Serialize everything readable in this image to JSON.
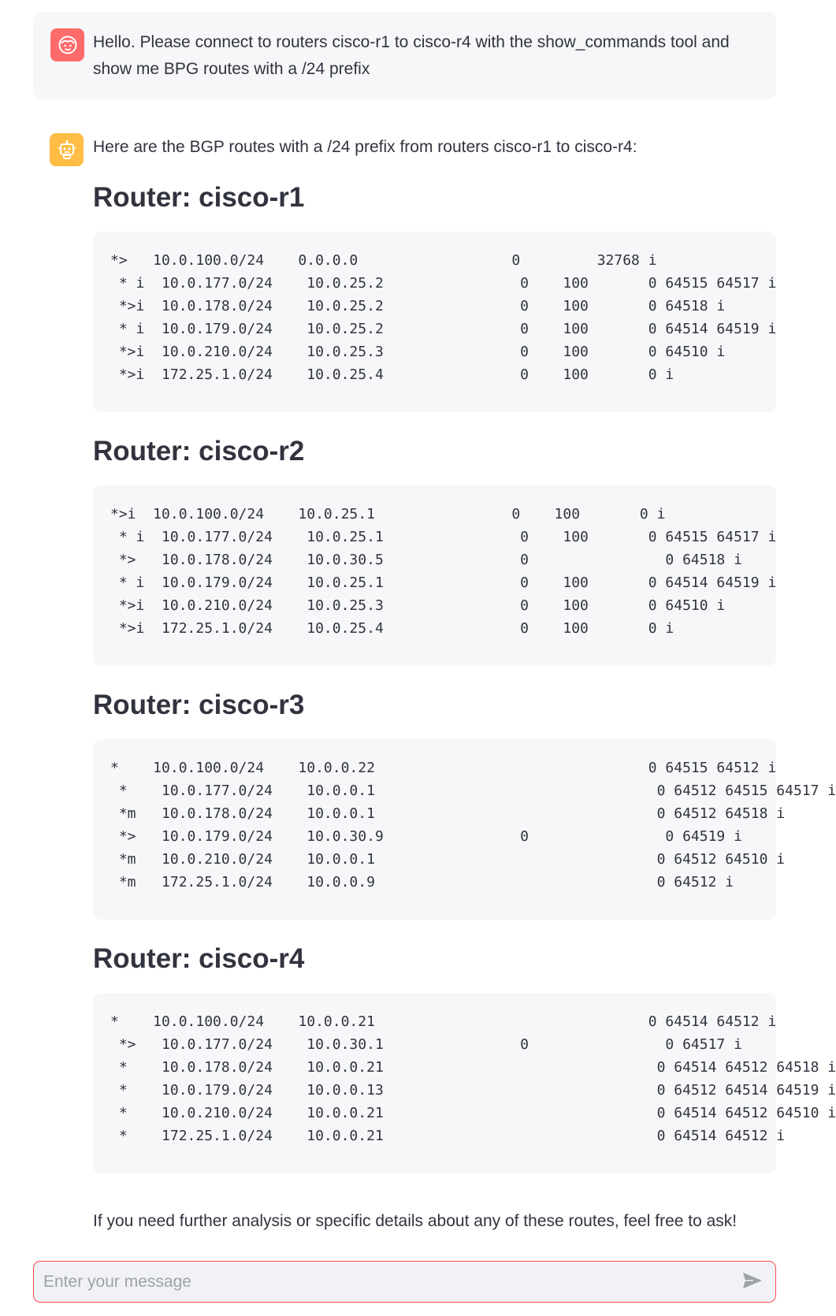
{
  "user_message": {
    "avatar_icon": "user-face-icon",
    "text": "Hello. Please connect to routers cisco-r1 to cisco-r4 with the show_commands tool and show me BPG routes with a /24 prefix"
  },
  "assistant_message": {
    "avatar_icon": "robot-icon",
    "intro": "Here are the BGP routes with a /24 prefix from routers cisco-r1 to cisco-r4:",
    "routers": [
      {
        "heading": "Router: cisco-r1",
        "lines": [
          "*>   10.0.100.0/24    0.0.0.0                  0         32768 i",
          " * i  10.0.177.0/24    10.0.25.2                0    100       0 64515 64517 i",
          " *>i  10.0.178.0/24    10.0.25.2                0    100       0 64518 i",
          " * i  10.0.179.0/24    10.0.25.2                0    100       0 64514 64519 i",
          " *>i  10.0.210.0/24    10.0.25.3                0    100       0 64510 i",
          " *>i  172.25.1.0/24    10.0.25.4                0    100       0 i"
        ]
      },
      {
        "heading": "Router: cisco-r2",
        "lines": [
          "*>i  10.0.100.0/24    10.0.25.1                0    100       0 i",
          " * i  10.0.177.0/24    10.0.25.1                0    100       0 64515 64517 i",
          " *>   10.0.178.0/24    10.0.30.5                0                0 64518 i",
          " * i  10.0.179.0/24    10.0.25.1                0    100       0 64514 64519 i",
          " *>i  10.0.210.0/24    10.0.25.3                0    100       0 64510 i",
          " *>i  172.25.1.0/24    10.0.25.4                0    100       0 i"
        ]
      },
      {
        "heading": "Router: cisco-r3",
        "lines": [
          "*    10.0.100.0/24    10.0.0.22                                0 64515 64512 i",
          " *    10.0.177.0/24    10.0.0.1                                 0 64512 64515 64517 i",
          " *m   10.0.178.0/24    10.0.0.1                                 0 64512 64518 i",
          " *>   10.0.179.0/24    10.0.30.9                0                0 64519 i",
          " *m   10.0.210.0/24    10.0.0.1                                 0 64512 64510 i",
          " *m   172.25.1.0/24    10.0.0.9                                 0 64512 i"
        ]
      },
      {
        "heading": "Router: cisco-r4",
        "lines": [
          "*    10.0.100.0/24    10.0.0.21                                0 64514 64512 i",
          " *>   10.0.177.0/24    10.0.30.1                0                0 64517 i",
          " *    10.0.178.0/24    10.0.0.21                                0 64514 64512 64518 i",
          " *    10.0.179.0/24    10.0.0.13                                0 64512 64514 64519 i",
          " *    10.0.210.0/24    10.0.0.21                                0 64514 64512 64510 i",
          " *    172.25.1.0/24    10.0.0.21                                0 64514 64512 i"
        ]
      }
    ],
    "closing": "If you need further analysis or specific details about any of these routes, feel free to ask!"
  },
  "chat_input": {
    "placeholder": "Enter your message",
    "value": "",
    "send_icon": "send-arrow-icon"
  },
  "colors": {
    "user_avatar": "#ff6b6b",
    "bot_avatar": "#ffbd45",
    "input_border": "#ff4b4b",
    "panel_bg": "#f6f7f9"
  }
}
